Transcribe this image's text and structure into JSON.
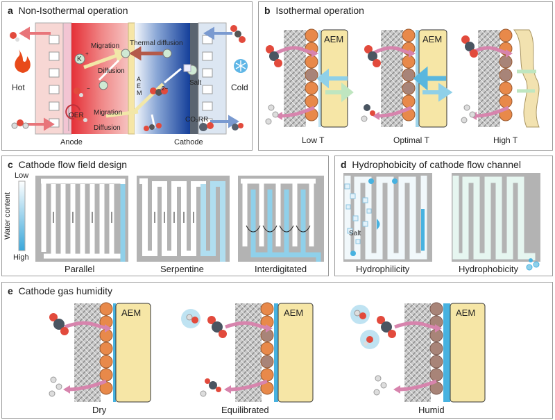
{
  "panel_a": {
    "letter": "a",
    "title": "Non-Isothermal operation",
    "hot": "Hot",
    "cold": "Cold",
    "anode": "Anode",
    "cathode": "Cathode",
    "migration_1": "Migration",
    "thermal_diffusion": "Thermal diffusion",
    "diffusion_1": "Diffusion",
    "aem": "A E M",
    "oer": "OER",
    "migration_2": "Migration",
    "diffusion_2": "Diffusion",
    "salt": "Salt",
    "co2rr": "CO₂RR",
    "k_label": "K",
    "superscript_plus": "+",
    "superscript_minus": "−",
    "superscript_2minus": "2−"
  },
  "panel_b": {
    "letter": "b",
    "title": "Isothermal operation",
    "membrane": "AEM",
    "low": "Low T",
    "optimal": "Optimal T",
    "high": "High T"
  },
  "panel_c": {
    "letter": "c",
    "title": "Cathode flow field design",
    "legend_low": "Low",
    "legend_high": "High",
    "legend_axis": "Water content",
    "parallel": "Parallel",
    "serpentine": "Serpentine",
    "interdigitated": "Interdigitated"
  },
  "panel_d": {
    "letter": "d",
    "title": "Hydrophobicity of cathode flow channel",
    "salt": "Salt",
    "hydrophilicity": "Hydrophilicity",
    "hydrophobicity": "Hydrophobicity"
  },
  "panel_e": {
    "letter": "e",
    "title": "Cathode gas humidity",
    "membrane": "AEM",
    "dry": "Dry",
    "equilibrated": "Equilibrated",
    "humid": "Humid"
  },
  "colors": {
    "hot": "#e8333a",
    "cold": "#1f4fa8",
    "aem": "#f6e6a6",
    "water": "#47b2e0",
    "orange": "#e8894a",
    "gray": "#888888",
    "arrow_pink": "#d784ad"
  }
}
